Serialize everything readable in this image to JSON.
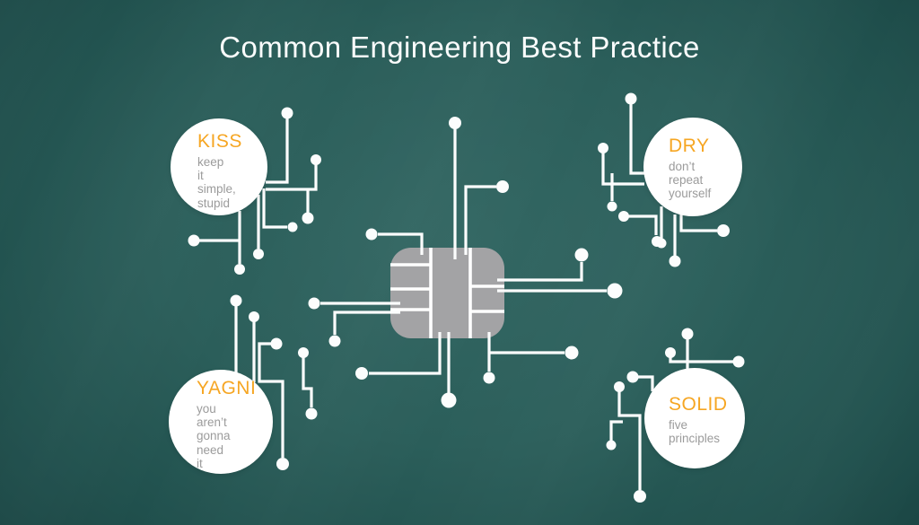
{
  "title": "Common Engineering Best Practice",
  "principles": [
    {
      "acronym": "KISS",
      "description": "keep\nit\nsimple,\nstupid"
    },
    {
      "acronym": "DRY",
      "description": "don’t\nrepeat\nyourself"
    },
    {
      "acronym": "YAGNI",
      "description": "you\naren’t\ngonna\nneed\nit"
    },
    {
      "acronym": "SOLID",
      "description": "five\nprinciples"
    }
  ],
  "icons": {
    "center": "chip-icon",
    "decor": "circuit-trace"
  },
  "colors": {
    "background_center": "#316460",
    "background_edge": "#173f3e",
    "accent_orange": "#f6a623",
    "description_gray": "#9b9b9b",
    "circle_white": "#ffffff",
    "chip_gray": "#a3a3a5",
    "trace_white": "#fcfdfd",
    "title_white": "#fafcfc"
  }
}
